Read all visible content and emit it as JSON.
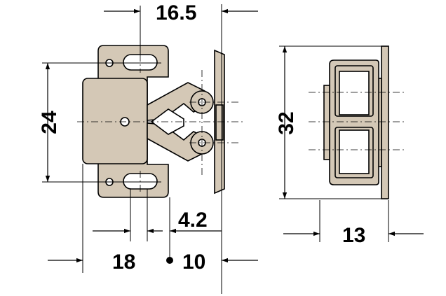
{
  "dimensions": {
    "top_width": "16.5",
    "height_left": "24",
    "offset": "4.2",
    "bottom_left": "18",
    "bottom_right": "10",
    "side_height": "32",
    "side_depth": "13"
  },
  "colors": {
    "part_fill": "#d4c8b6",
    "stroke": "#000000",
    "background": "#ffffff"
  }
}
